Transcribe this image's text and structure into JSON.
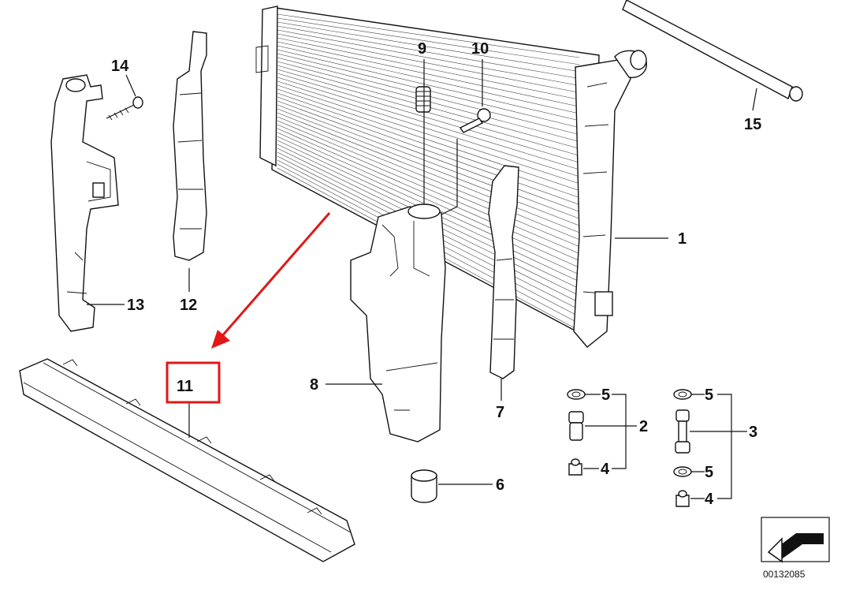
{
  "labels": {
    "p1": "1",
    "p2": "2",
    "p3": "3",
    "p4a": "4",
    "p4b": "4",
    "p5a": "5",
    "p5b": "5",
    "p5c": "5",
    "p6": "6",
    "p7": "7",
    "p8": "8",
    "p9": "9",
    "p10": "10",
    "p11": "11",
    "p12": "12",
    "p13": "13",
    "p14": "14",
    "p15": "15"
  },
  "highlighted_part": "11",
  "reference_number": "00132085",
  "colors": {
    "highlight": "#e01818",
    "line": "#111111",
    "background": "#ffffff"
  }
}
